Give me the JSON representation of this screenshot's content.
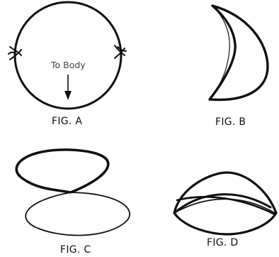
{
  "figures": {
    "a": {
      "caption": "FIG. A",
      "annotation": "To Body"
    },
    "b": {
      "caption": "FIG. B"
    },
    "c": {
      "caption": "FIG. C"
    },
    "d": {
      "caption": "FIG. D"
    }
  },
  "colors": {
    "stroke": "#111111",
    "annotation": "#444444",
    "background": "#ffffff"
  }
}
